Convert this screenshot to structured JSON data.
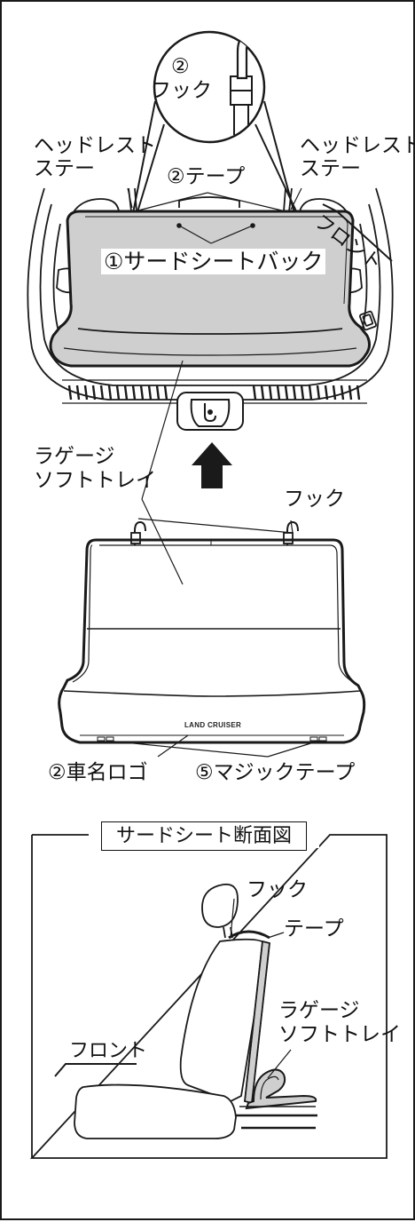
{
  "callout": {
    "circle_number": "②",
    "hook_label": "フック"
  },
  "top_diagram": {
    "headrest_stay_left": [
      "ヘッドレスト",
      "ステー"
    ],
    "headrest_stay_right": [
      "ヘッドレスト",
      "ステー"
    ],
    "tape_label": "②テープ",
    "front_label": "フロント",
    "third_seat_back_label": "①サードシートバック"
  },
  "bottom_diagram": {
    "luggage_tray_label": [
      "ラゲージ",
      "ソフトトレイ"
    ],
    "hook_label": "フック",
    "car_logo_text": "LAND CRUISER",
    "car_logo_label": "②車名ロゴ",
    "magic_tape_label": "⑤マジックテープ"
  },
  "section": {
    "title": "サードシート断面図",
    "hook_label": "フック",
    "tape_label": "テープ",
    "luggage_tray_label": [
      "ラゲージ",
      "ソフトトレイ"
    ],
    "front_label": "フロント"
  },
  "colors": {
    "line": "#1a1a1a",
    "fill_gray": "#cfcfcf",
    "background": "#ffffff"
  }
}
